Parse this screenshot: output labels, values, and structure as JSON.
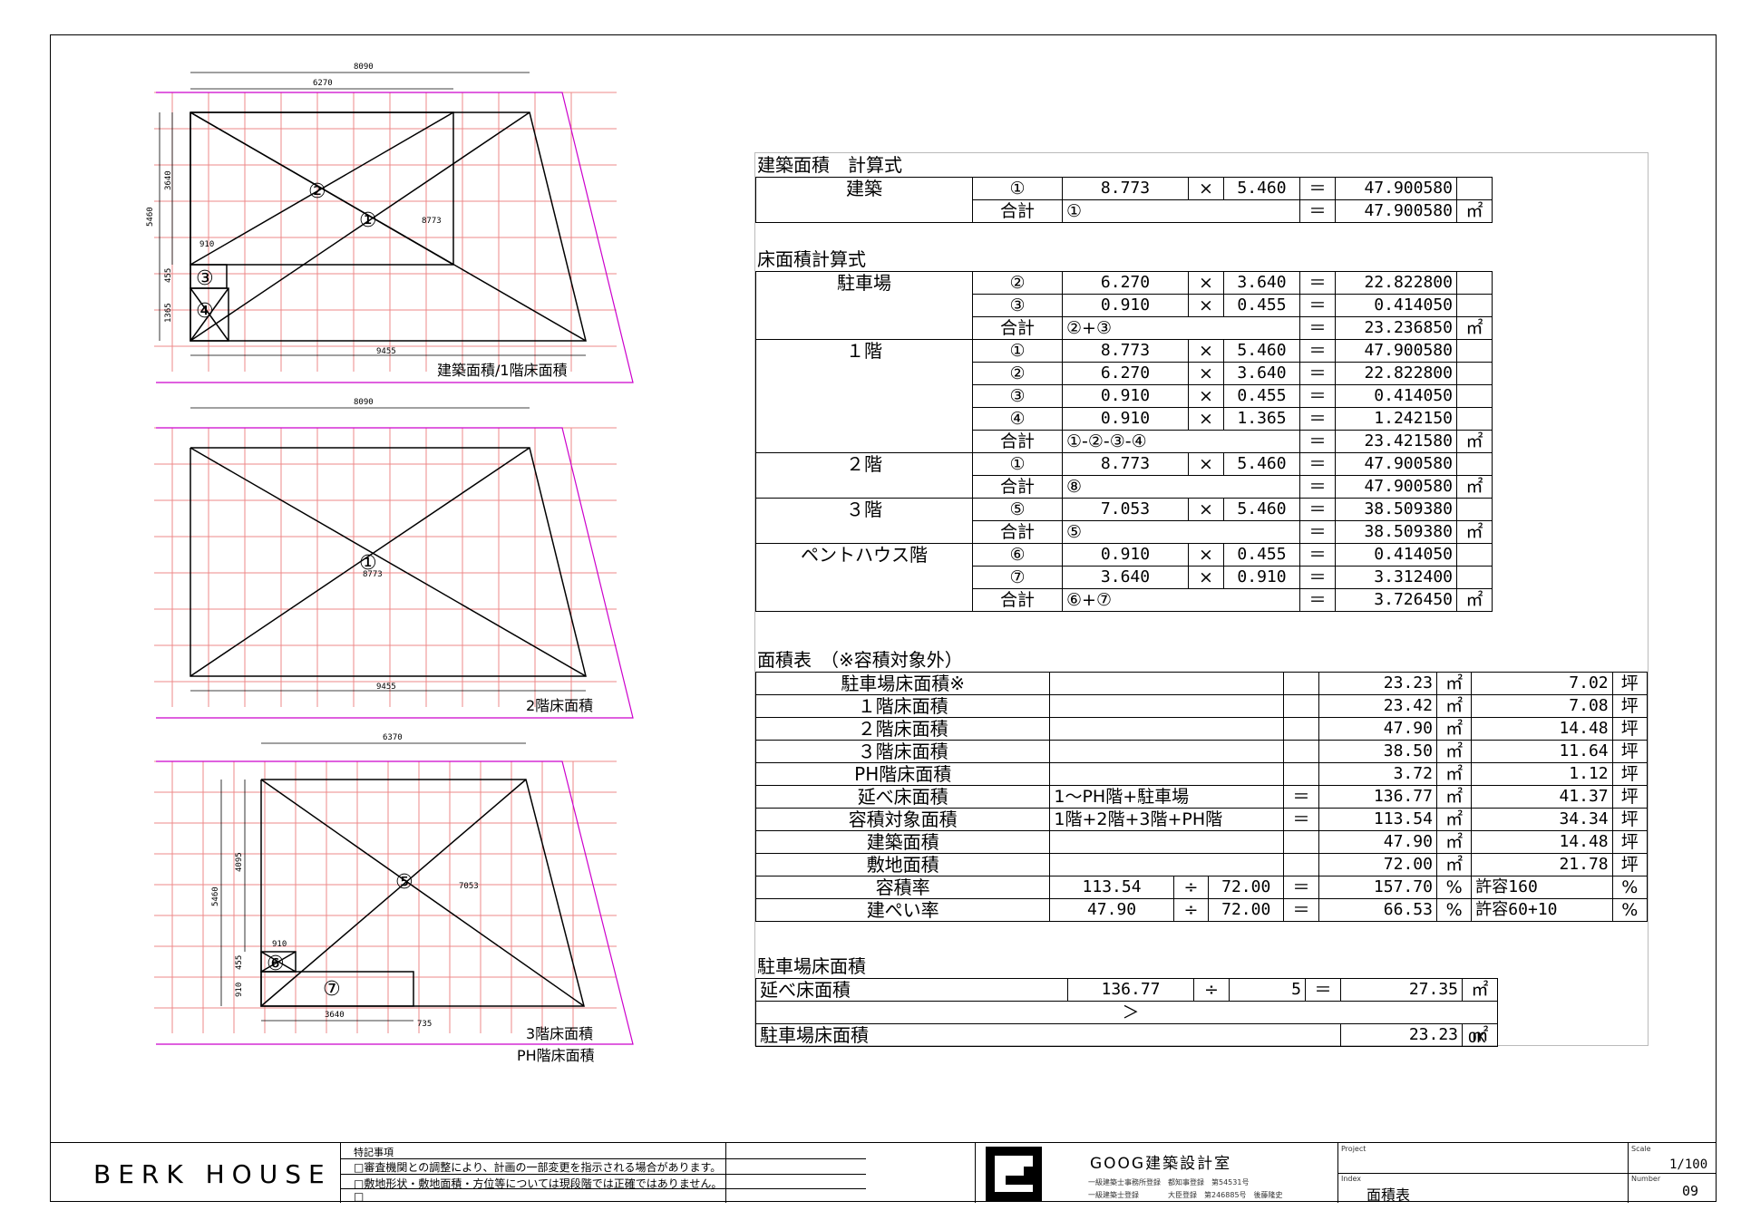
{
  "plans": {
    "plan1": {
      "dims_top": [
        "8090",
        "6270"
      ],
      "dims_left": [
        "5460",
        "3640",
        "455",
        "1365"
      ],
      "dim_910": "910",
      "dim_8773": "8773",
      "dim_bottom": "9455",
      "areas": [
        "②",
        "①",
        "③",
        "④"
      ],
      "caption": "建築面積/1階床面積"
    },
    "plan2": {
      "dims_top": [
        "8090"
      ],
      "dim_8773": "8773",
      "dim_bottom": "9455",
      "areas": [
        "①"
      ],
      "caption": "2階床面積"
    },
    "plan3": {
      "dims_top": [
        "6370"
      ],
      "dims_left": [
        "5460",
        "4095",
        "455",
        "910"
      ],
      "dim_910": "910",
      "dim_7053": "7053",
      "dim_3640": "3640",
      "dim_735": "735",
      "areas": [
        "⑤",
        "⑥",
        "⑦"
      ],
      "caption1": "3階床面積",
      "caption2": "PH階床面積"
    }
  },
  "calc": {
    "sec1_title": "建築面積　計算式",
    "building": {
      "label": "建築",
      "rows": [
        {
          "no": "①",
          "a": "8.773",
          "op": "×",
          "b": "5.460",
          "eq": "＝",
          "v": "47.900580",
          "u": ""
        },
        {
          "no": "合計",
          "a": "①",
          "op": "",
          "b": "",
          "eq": "＝",
          "v": "47.900580",
          "u": "㎡"
        }
      ]
    },
    "sec2_title": "床面積計算式",
    "groups": [
      {
        "label": "駐車場",
        "rows": [
          {
            "no": "②",
            "a": "6.270",
            "op": "×",
            "b": "3.640",
            "eq": "＝",
            "v": "22.822800",
            "u": ""
          },
          {
            "no": "③",
            "a": "0.910",
            "op": "×",
            "b": "0.455",
            "eq": "＝",
            "v": "0.414050",
            "u": ""
          },
          {
            "no": "合計",
            "a": "②+③",
            "op": "",
            "b": "",
            "eq": "＝",
            "v": "23.236850",
            "u": "㎡"
          }
        ]
      },
      {
        "label": "１階",
        "rows": [
          {
            "no": "①",
            "a": "8.773",
            "op": "×",
            "b": "5.460",
            "eq": "＝",
            "v": "47.900580",
            "u": ""
          },
          {
            "no": "②",
            "a": "6.270",
            "op": "×",
            "b": "3.640",
            "eq": "＝",
            "v": "22.822800",
            "u": ""
          },
          {
            "no": "③",
            "a": "0.910",
            "op": "×",
            "b": "0.455",
            "eq": "＝",
            "v": "0.414050",
            "u": ""
          },
          {
            "no": "④",
            "a": "0.910",
            "op": "×",
            "b": "1.365",
            "eq": "＝",
            "v": "1.242150",
            "u": ""
          },
          {
            "no": "合計",
            "a": "①-②-③-④",
            "op": "",
            "b": "",
            "eq": "＝",
            "v": "23.421580",
            "u": "㎡"
          }
        ]
      },
      {
        "label": "２階",
        "rows": [
          {
            "no": "①",
            "a": "8.773",
            "op": "×",
            "b": "5.460",
            "eq": "＝",
            "v": "47.900580",
            "u": ""
          },
          {
            "no": "合計",
            "a": "⑧",
            "op": "",
            "b": "",
            "eq": "＝",
            "v": "47.900580",
            "u": "㎡"
          }
        ]
      },
      {
        "label": "３階",
        "rows": [
          {
            "no": "⑤",
            "a": "7.053",
            "op": "×",
            "b": "5.460",
            "eq": "＝",
            "v": "38.509380",
            "u": ""
          },
          {
            "no": "合計",
            "a": "⑤",
            "op": "",
            "b": "",
            "eq": "＝",
            "v": "38.509380",
            "u": "㎡"
          }
        ]
      },
      {
        "label": "ペントハウス階",
        "rows": [
          {
            "no": "⑥",
            "a": "0.910",
            "op": "×",
            "b": "0.455",
            "eq": "＝",
            "v": "0.414050",
            "u": ""
          },
          {
            "no": "⑦",
            "a": "3.640",
            "op": "×",
            "b": "0.910",
            "eq": "＝",
            "v": "3.312400",
            "u": ""
          },
          {
            "no": "合計",
            "a": "⑥+⑦",
            "op": "",
            "b": "",
            "eq": "＝",
            "v": "3.726450",
            "u": "㎡"
          }
        ]
      }
    ],
    "sec3_title": "面積表　（※容積対象外）",
    "area_rows": [
      {
        "label": "駐車場床面積※",
        "f1": "",
        "op": "",
        "f2": "",
        "eq": "",
        "v": "23.23",
        "u": "㎡",
        "t": "7.02",
        "tu": "坪"
      },
      {
        "label": "１階床面積",
        "f1": "",
        "op": "",
        "f2": "",
        "eq": "",
        "v": "23.42",
        "u": "㎡",
        "t": "7.08",
        "tu": "坪"
      },
      {
        "label": "２階床面積",
        "f1": "",
        "op": "",
        "f2": "",
        "eq": "",
        "v": "47.90",
        "u": "㎡",
        "t": "14.48",
        "tu": "坪"
      },
      {
        "label": "３階床面積",
        "f1": "",
        "op": "",
        "f2": "",
        "eq": "",
        "v": "38.50",
        "u": "㎡",
        "t": "11.64",
        "tu": "坪"
      },
      {
        "label": "PH階床面積",
        "f1": "",
        "op": "",
        "f2": "",
        "eq": "",
        "v": "3.72",
        "u": "㎡",
        "t": "1.12",
        "tu": "坪"
      },
      {
        "label": "延べ床面積",
        "f1": "1～PH階+駐車場",
        "op": "",
        "f2": "",
        "eq": "＝",
        "v": "136.77",
        "u": "㎡",
        "t": "41.37",
        "tu": "坪"
      },
      {
        "label": "容積対象面積",
        "f1": "1階+2階+3階+PH階",
        "op": "",
        "f2": "",
        "eq": "＝",
        "v": "113.54",
        "u": "㎡",
        "t": "34.34",
        "tu": "坪"
      },
      {
        "label": "建築面積",
        "f1": "",
        "op": "",
        "f2": "",
        "eq": "",
        "v": "47.90",
        "u": "㎡",
        "t": "14.48",
        "tu": "坪"
      },
      {
        "label": "敷地面積",
        "f1": "",
        "op": "",
        "f2": "",
        "eq": "",
        "v": "72.00",
        "u": "㎡",
        "t": "21.78",
        "tu": "坪"
      },
      {
        "label": "容積率",
        "f1": "113.54",
        "op": "÷",
        "f2": "72.00",
        "eq": "＝",
        "v": "157.70",
        "u": "%",
        "t": "許容160",
        "tu": "%"
      },
      {
        "label": "建ぺい率",
        "f1": "47.90",
        "op": "÷",
        "f2": "72.00",
        "eq": "＝",
        "v": "66.53",
        "u": "%",
        "t": "許容60+10",
        "tu": "%"
      }
    ],
    "sec4_title": "駐車場床面積",
    "parking": {
      "r1_label": "延べ床面積",
      "r1_a": "136.77",
      "r1_op": "÷",
      "r1_b": "5",
      "r1_eq": "＝",
      "r1_v": "27.35",
      "r1_u": "㎡",
      "gt": "＞",
      "r2_label": "駐車場床面積",
      "r2_v": "23.23",
      "r2_u": "㎡",
      "ok": "OK"
    }
  },
  "title_block": {
    "project_name": "BERK HOUSE",
    "notes_head": "特記事項",
    "notes": [
      "□審査機関との調整により、計画の一部変更を指示される場合があります。",
      "□敷地形状・敷地面積・方位等については現段階では正確ではありません。",
      "□"
    ],
    "office": "GOOG建築設計室",
    "reg1": "一級建築士事務所登録　都知事登録　第54531号",
    "reg2": "一級建築士登録　　　　大臣登録　第246885号　後藤隆史",
    "project_lbl": "Project",
    "index_lbl": "Index",
    "index_val": "面積表",
    "scale_lbl": "Scale",
    "scale_val": "1/100",
    "number_lbl": "Number",
    "number_val": "09"
  }
}
